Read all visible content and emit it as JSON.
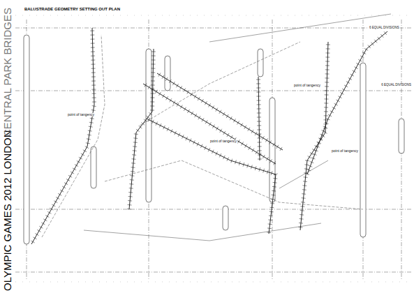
{
  "diagram": {
    "title": "BALUSTRADE GEOMETRY SETTING OUT PLAN",
    "labels": [
      "OLYMPIC GAMES 2012 LONDON",
      "CENTRAL PARK BRIDGES",
      "point of tangency",
      "point of tangency",
      "point of tangency",
      "point of tangency",
      "6 EQUAL DIVISIONS",
      "6 EQUAL DIVISIONS"
    ]
  }
}
